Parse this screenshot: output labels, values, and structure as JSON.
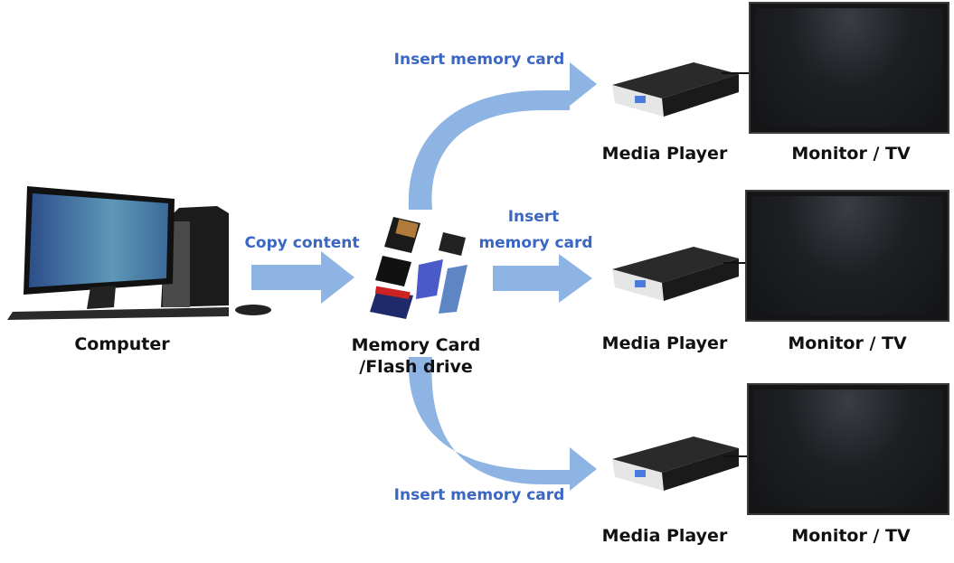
{
  "diagram": {
    "nodes": {
      "computer": {
        "label": "Computer"
      },
      "memory_card": {
        "label_line1": "Memory Card",
        "label_line2": "/Flash drive"
      },
      "players": [
        {
          "player_label": "Media Player",
          "display_label": "Monitor / TV"
        },
        {
          "player_label": "Media Player",
          "display_label": "Monitor / TV"
        },
        {
          "player_label": "Media Player",
          "display_label": "Monitor / TV"
        }
      ]
    },
    "edges": {
      "copy": {
        "label": "Copy content"
      },
      "insert_top": {
        "label": "Insert memory card"
      },
      "insert_middle": {
        "label_line1": "Insert",
        "label_line2": "memory card"
      },
      "insert_bottom": {
        "label": "Insert memory card"
      }
    },
    "colors": {
      "arrow": "#8db4e2",
      "edge_label": "#3a66c4",
      "node_label": "#111111"
    }
  }
}
